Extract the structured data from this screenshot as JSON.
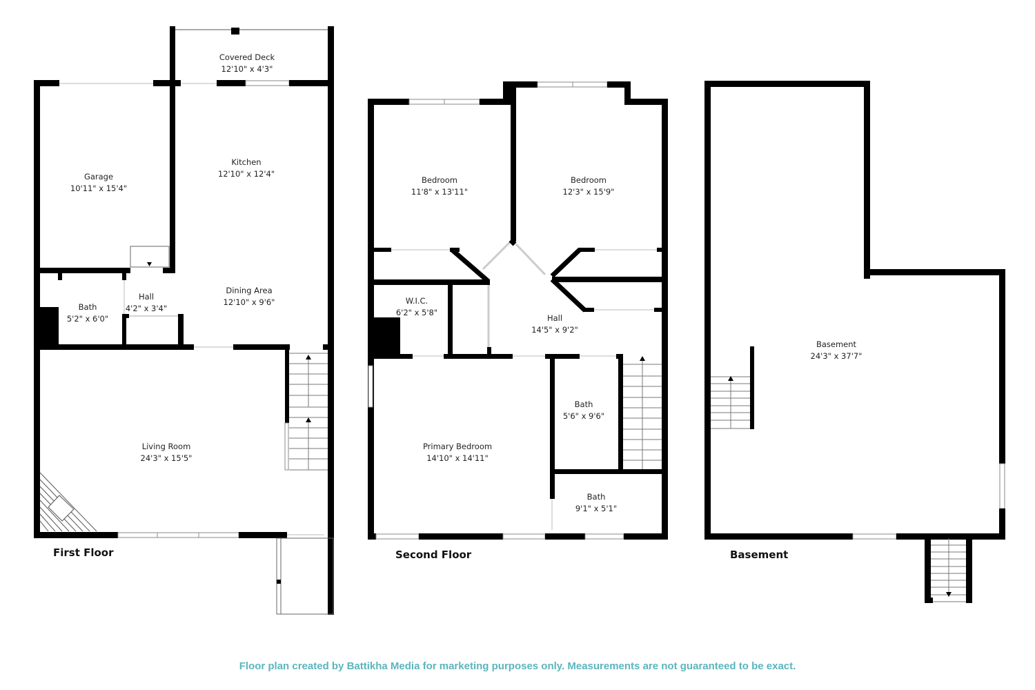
{
  "floors": [
    {
      "title": "First Floor",
      "rooms": [
        {
          "name": "Covered Deck",
          "size": "12'10\" x 4'3\""
        },
        {
          "name": "Garage",
          "size": "10'11\" x 15'4\""
        },
        {
          "name": "Kitchen",
          "size": "12'10\" x 12'4\""
        },
        {
          "name": "Bath",
          "size": "5'2\" x 6'0\""
        },
        {
          "name": "Hall",
          "size": "4'2\" x 3'4\""
        },
        {
          "name": "Dining Area",
          "size": "12'10\" x 9'6\""
        },
        {
          "name": "Living Room",
          "size": "24'3\" x 15'5\""
        }
      ]
    },
    {
      "title": "Second Floor",
      "rooms": [
        {
          "name": "Bedroom",
          "size": "11'8\" x 13'11\""
        },
        {
          "name": "Bedroom",
          "size": "12'3\" x 15'9\""
        },
        {
          "name": "W.I.C.",
          "size": "6'2\" x 5'8\""
        },
        {
          "name": "Hall",
          "size": "14'5\" x 9'2\""
        },
        {
          "name": "Bath",
          "size": "5'6\" x 9'6\""
        },
        {
          "name": "Primary Bedroom",
          "size": "14'10\" x 14'11\""
        },
        {
          "name": "Bath",
          "size": "9'1\" x 5'1\""
        }
      ]
    },
    {
      "title": "Basement",
      "rooms": [
        {
          "name": "Basement",
          "size": "24'3\" x 37'7\""
        }
      ]
    }
  ],
  "footer": {
    "disclaimer": "Floor plan created by Battikha Media for marketing purposes only. Measurements are not guaranteed to be exact."
  },
  "colors": {
    "wall": "#000000",
    "footer_text": "#5bb5bd"
  }
}
